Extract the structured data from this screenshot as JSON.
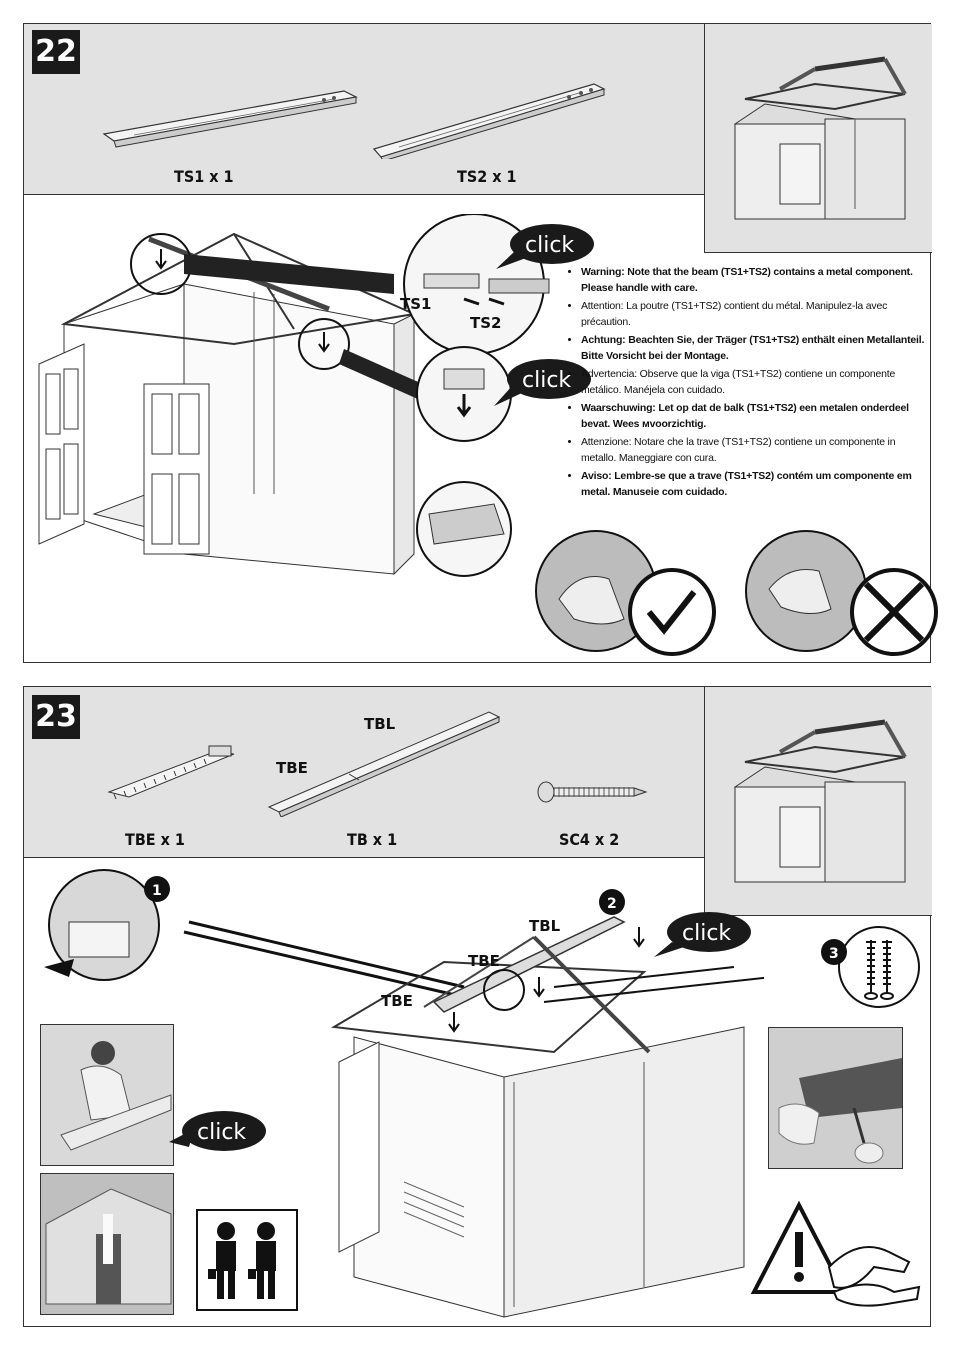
{
  "steps": [
    {
      "number": "22",
      "parts": [
        {
          "label": "TS1 x 1"
        },
        {
          "label": "TS2 x 1"
        }
      ],
      "callouts": {
        "ts1": "TS1",
        "ts2": "TS2"
      },
      "click_labels": [
        "click",
        "click"
      ],
      "warnings": [
        {
          "text": "Warning: Note that the beam (TS1+TS2) contains a metal component. Please handle with care.",
          "bold": true
        },
        {
          "text": "Attention: La poutre (TS1+TS2) contient du métal. Manipulez-la avec précaution.",
          "bold": false
        },
        {
          "text": "Achtung: Beachten Sie, der Träger (TS1+TS2) enthält einen Metallanteil. Bitte Vorsicht bei der Montage.",
          "bold": true
        },
        {
          "text": "Advertencia: Observe que la viga (TS1+TS2) contiene un componente metálico. Manéjela con cuidado.",
          "bold": false
        },
        {
          "text": "Waarschuwing: Let op dat de balk (TS1+TS2) een metalen onderdeel bevat. Wees мvoorzichtig.",
          "bold": true
        },
        {
          "text": "Attenzione: Notare che la trave (TS1+TS2) contiene un componente in metallo. Maneggiare con cura.",
          "bold": false
        },
        {
          "text": "Aviso: Lembre-se que a trave (TS1+TS2) contém um componente em metal. Manuseie com cuidado.",
          "bold": true
        }
      ]
    },
    {
      "number": "23",
      "parts": [
        {
          "label": "TBE x 1"
        },
        {
          "label": "TB x 1"
        },
        {
          "label": "SC4 x 2"
        }
      ],
      "part_callouts": {
        "tbl": "TBL",
        "tbe": "TBE"
      },
      "main_callouts": {
        "tbl": "TBL",
        "tbe_upper": "TBE",
        "tbe_lower": "TBE"
      },
      "click_labels": [
        "click",
        "click"
      ],
      "sequence_markers": [
        "1",
        "2",
        "3"
      ]
    }
  ],
  "icons": [
    "check-icon",
    "cross-circle-icon",
    "two-person-icon",
    "warning-gloves-icon",
    "arrow-icon",
    "screw-icon"
  ]
}
